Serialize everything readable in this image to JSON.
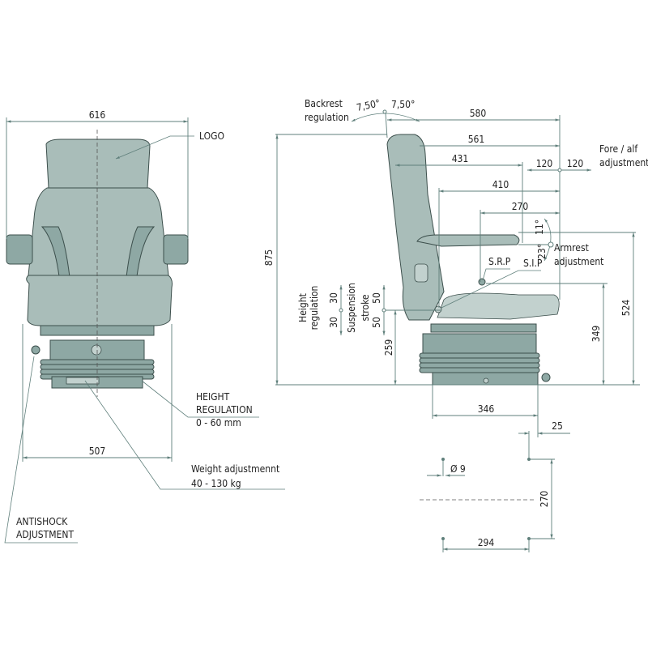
{
  "front_view": {
    "width_label": "616",
    "base_width_label": "507",
    "logo_label": "LOGO",
    "height_regulation": [
      "HEIGHT",
      "REGULATION",
      "0 - 60 mm"
    ],
    "weight_adjustment": [
      "Weight adjustmennt",
      "40 - 130 kg"
    ],
    "antishock": [
      "ANTISHOCK",
      "ADJUSTMENT"
    ]
  },
  "side_view": {
    "overall_height": "875",
    "backrest_regulation": [
      "Backrest",
      "regulation"
    ],
    "backrest_angle_back": "7,50°",
    "backrest_angle_fwd": "7,50°",
    "dim_580": "580",
    "dim_561": "561",
    "dim_431": "431",
    "dim_410": "410",
    "dim_270": "270",
    "fore_aft_left": "120",
    "fore_aft_right": "120",
    "fore_aft_label": [
      "Fore / alf",
      "adjustment"
    ],
    "armrest_up": "11°",
    "armrest_down": "23°",
    "armrest_label": [
      "Armrest",
      "adjustment"
    ],
    "srp": "S.R.P",
    "sip": "S.I.P",
    "dim_524": "524",
    "dim_349": "349",
    "dim_259": "259",
    "height_regulation": [
      "Height",
      "regulation"
    ],
    "height_reg_up": "30",
    "height_reg_down": "30",
    "suspension": [
      "Suspension",
      "stroke"
    ],
    "suspension_up": "50",
    "suspension_down": "50"
  },
  "mounting": {
    "dim_346": "346",
    "dim_25": "25",
    "hole": "Ø 9",
    "dim_270": "270",
    "dim_294": "294"
  }
}
